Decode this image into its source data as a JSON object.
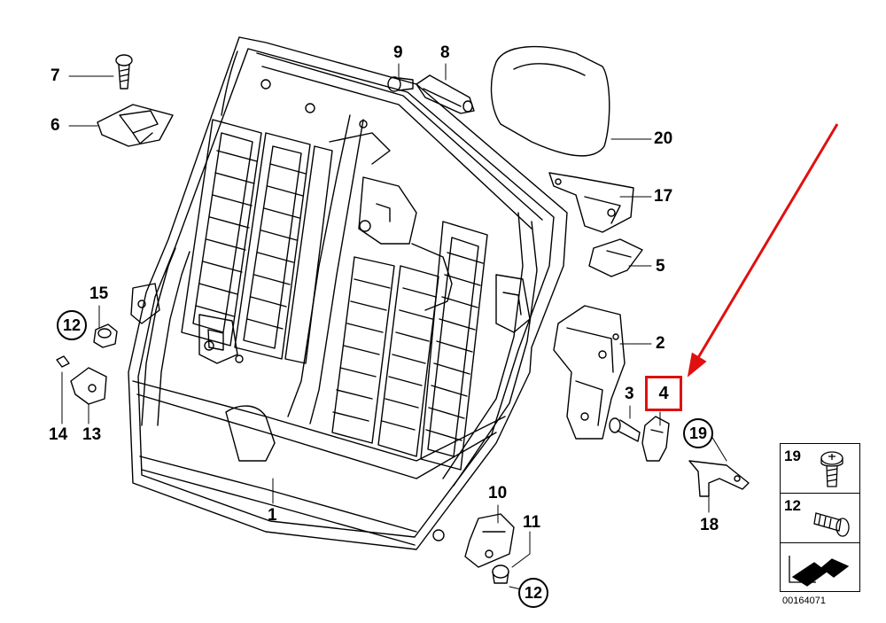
{
  "diagram": {
    "labels": {
      "p1": "1",
      "p2": "2",
      "p3": "3",
      "p4": "4",
      "p5": "5",
      "p6": "6",
      "p7": "7",
      "p8": "8",
      "p9": "9",
      "p10": "10",
      "p11": "11",
      "p13": "13",
      "p14": "14",
      "p15": "15",
      "p17": "17",
      "p18": "18",
      "p20": "20"
    },
    "circled": {
      "c12a": "12",
      "c12b": "12",
      "c19": "19"
    },
    "highlighted_part": "4",
    "highlight_color": "#e01010",
    "arrow_color": "#e01010",
    "legend": {
      "item1": "19",
      "item2": "12"
    },
    "document_number": "00164071"
  }
}
